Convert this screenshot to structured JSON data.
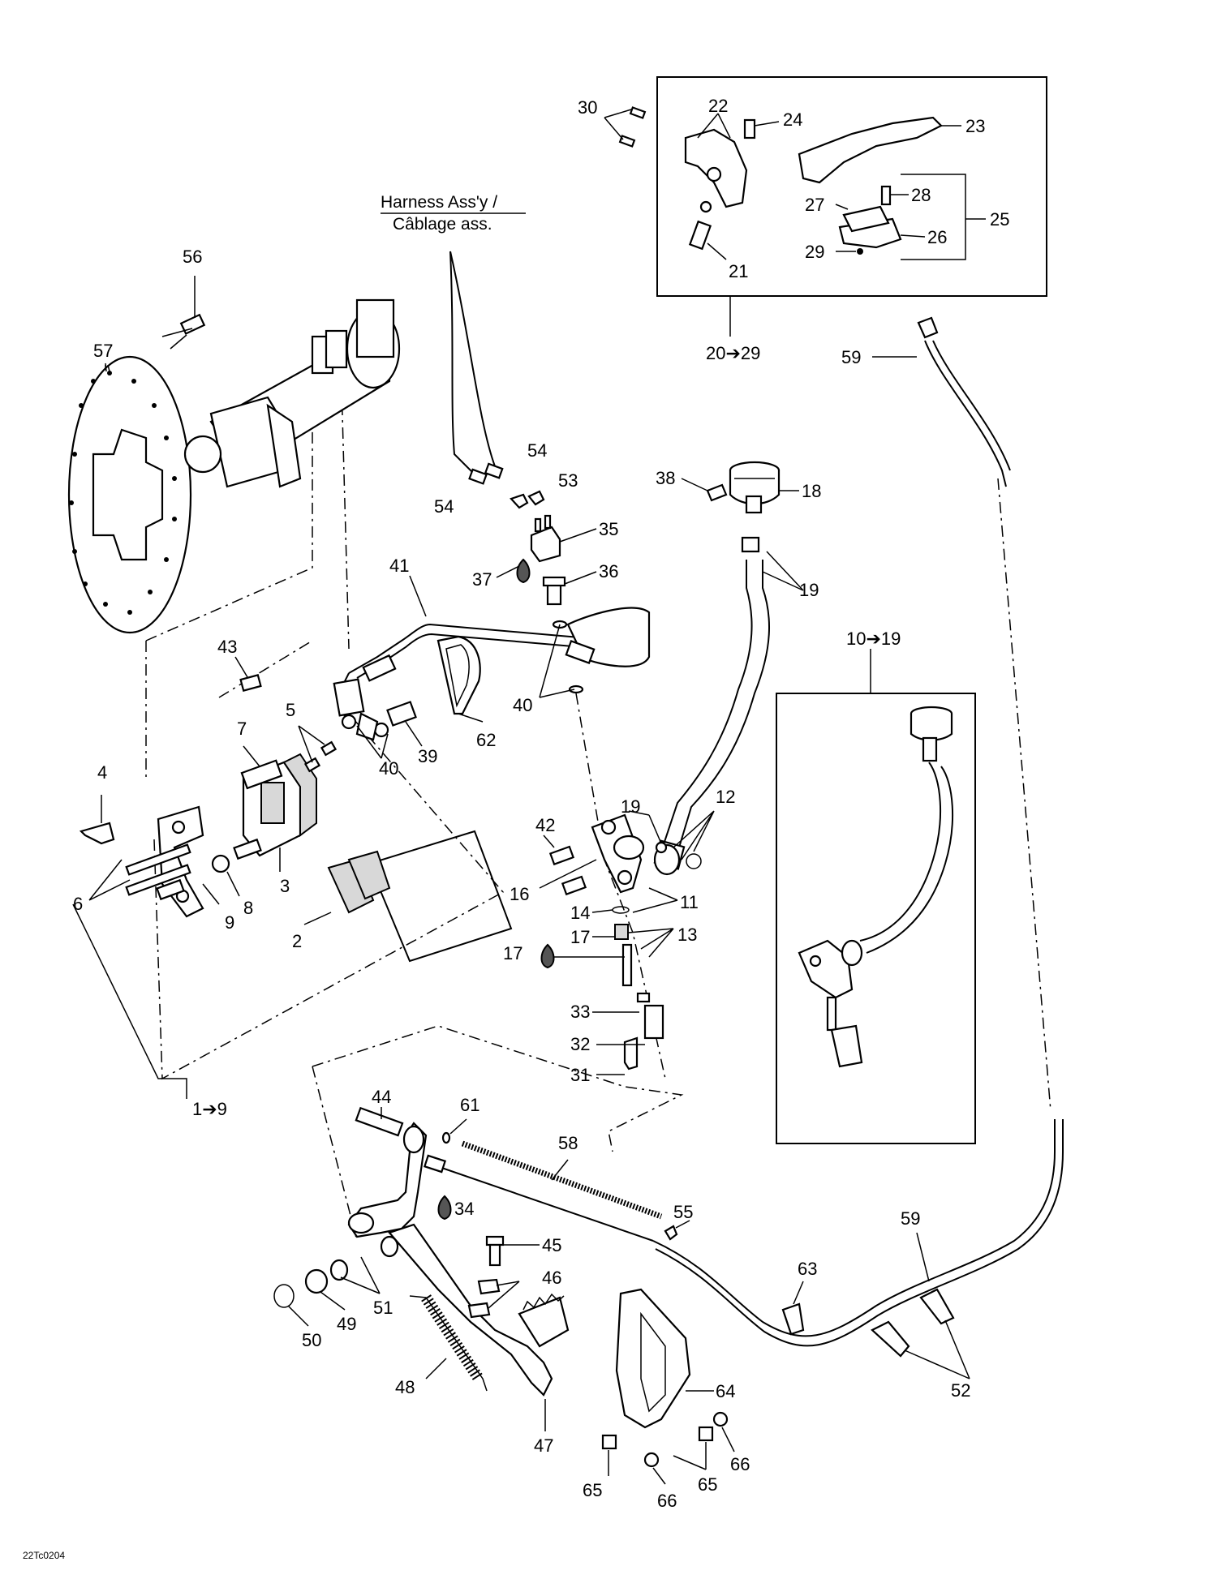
{
  "harness_label": {
    "line1": "Harness Ass'y /",
    "line2": "Câblage ass."
  },
  "drawing_code": "22Tc0204",
  "group_labels": {
    "g1_9": "1➔9",
    "g10_19": "10➔19",
    "g20_29": "20➔29"
  },
  "callouts": {
    "c2": "2",
    "c3": "3",
    "c4": "4",
    "c5": "5",
    "c6": "6",
    "c7": "7",
    "c8": "8",
    "c9": "9",
    "c11": "11",
    "c12": "12",
    "c13": "13",
    "c14": "14",
    "c16": "16",
    "c17a": "17",
    "c17b": "17",
    "c18": "18",
    "c19a": "19",
    "c19b": "19",
    "c21": "21",
    "c22": "22",
    "c23": "23",
    "c24": "24",
    "c25": "25",
    "c26": "26",
    "c27": "27",
    "c28": "28",
    "c29": "29",
    "c30": "30",
    "c31": "31",
    "c32": "32",
    "c33": "33",
    "c34": "34",
    "c35": "35",
    "c36": "36",
    "c37": "37",
    "c38": "38",
    "c39": "39",
    "c40a": "40",
    "c40b": "40",
    "c41": "41",
    "c42": "42",
    "c43": "43",
    "c44": "44",
    "c45": "45",
    "c46": "46",
    "c47": "47",
    "c48": "48",
    "c49": "49",
    "c50": "50",
    "c51": "51",
    "c52": "52",
    "c53": "53",
    "c54a": "54",
    "c54b": "54",
    "c55": "55",
    "c56": "56",
    "c57": "57",
    "c58": "58",
    "c59a": "59",
    "c59b": "59",
    "c61": "61",
    "c62": "62",
    "c63": "63",
    "c64": "64",
    "c65a": "65",
    "c65b": "65",
    "c66a": "66",
    "c66b": "66"
  }
}
